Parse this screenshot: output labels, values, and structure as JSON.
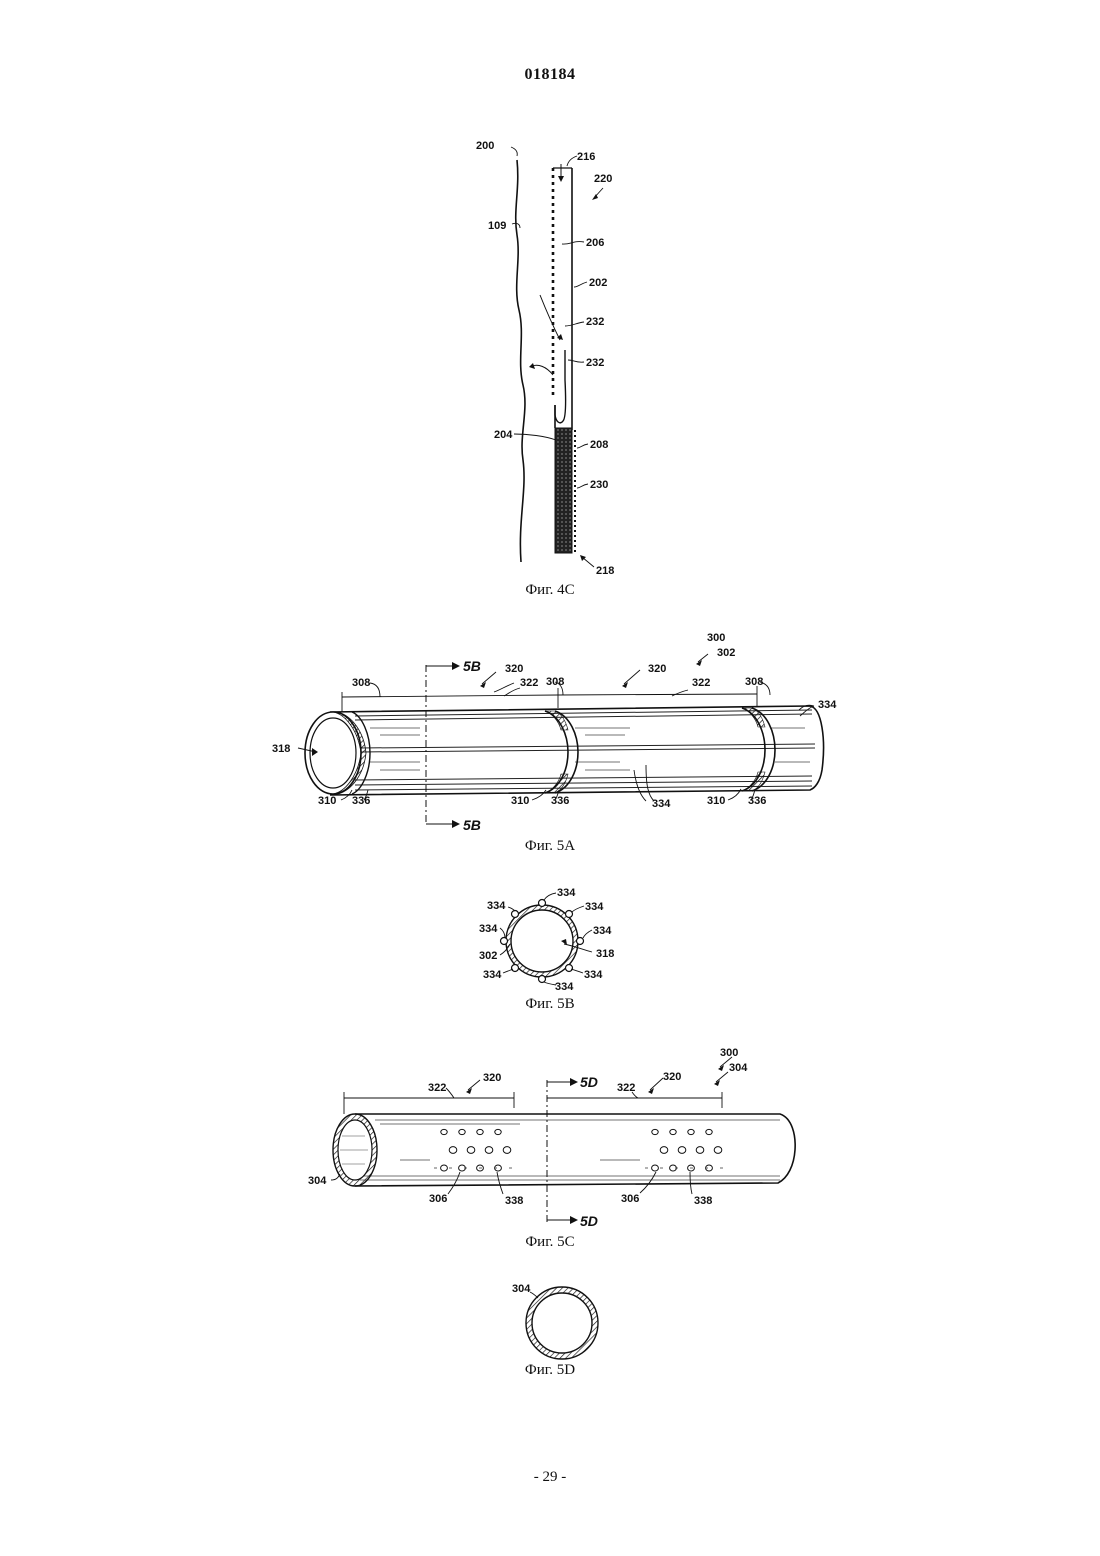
{
  "header": {
    "doc_number": "018184"
  },
  "page_number": "- 29 -",
  "figures": {
    "fig4c": {
      "caption": "Фиг. 4C",
      "labels": {
        "l200": "200",
        "l216": "216",
        "l220": "220",
        "l109": "109",
        "l206": "206",
        "l202": "202",
        "l232a": "232",
        "l232b": "232",
        "l204": "204",
        "l208": "208",
        "l230": "230",
        "l218": "218"
      }
    },
    "fig5a": {
      "caption": "Фиг. 5A",
      "labels": {
        "l300": "300",
        "l302": "302",
        "l5b_top": "5B",
        "l5b_bottom": "5B",
        "l320a": "320",
        "l320b": "320",
        "l322a": "322",
        "l322b": "322",
        "l308a": "308",
        "l308b": "308",
        "l308c": "308",
        "l334": "334",
        "l318": "318",
        "l310a": "310",
        "l336a": "336",
        "l310b": "310",
        "l336b": "336",
        "l334b": "334",
        "l310c": "310",
        "l336c": "336"
      }
    },
    "fig5b": {
      "caption": "Фиг. 5B",
      "labels": {
        "top": "334",
        "ul": "334",
        "ur": "334",
        "l": "334",
        "r": "334",
        "l302": "302",
        "l318": "318",
        "ll": "334",
        "lr": "334",
        "bottom": "334"
      }
    },
    "fig5c": {
      "caption": "Фиг. 5C",
      "labels": {
        "l300": "300",
        "l304a": "304",
        "l322a": "322",
        "l320a": "320",
        "l5d_top": "5D",
        "l322b": "322",
        "l320b": "320",
        "l304b": "304",
        "l306a": "306",
        "l338a": "338",
        "l306b": "306",
        "l338b": "338",
        "l5d_bottom": "5D"
      }
    },
    "fig5d": {
      "caption": "Фиг. 5D",
      "labels": {
        "l304": "304"
      }
    }
  }
}
